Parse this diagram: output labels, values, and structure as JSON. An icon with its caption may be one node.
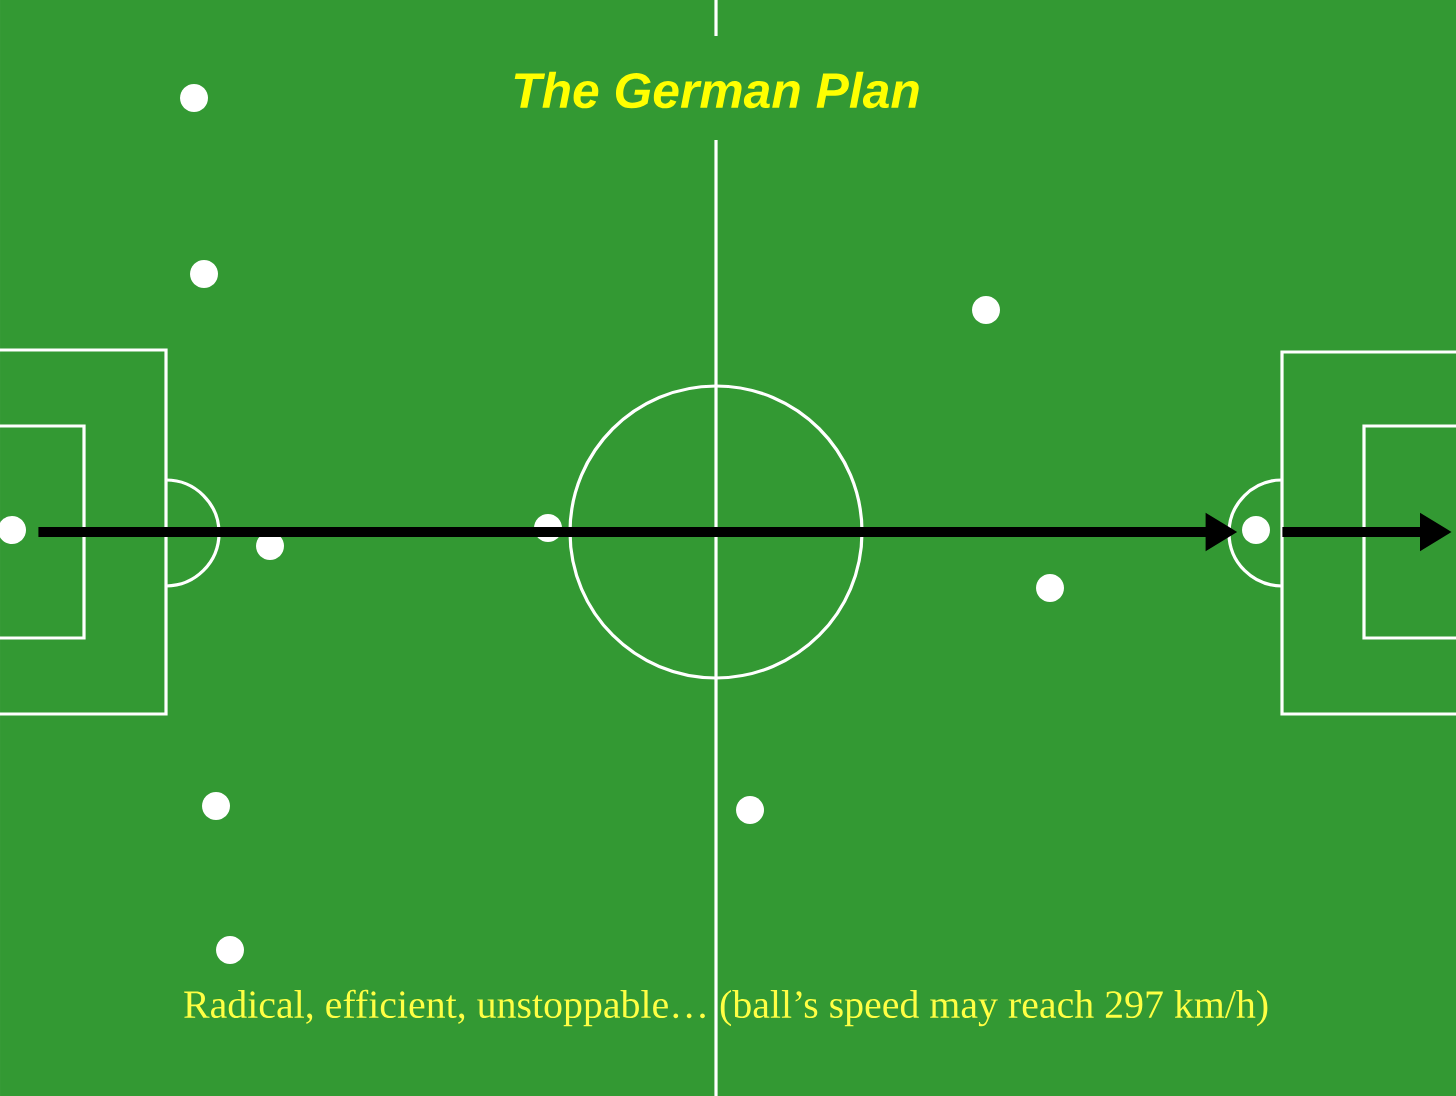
{
  "diagram": {
    "title": "The German Plan",
    "caption": "Radical, efficient, unstoppable… (ball’s speed may reach 297 km/h)",
    "nodes": [
      {
        "text": [],
        "shape": "circle"
      },
      {
        "text": [],
        "shape": "circle"
      },
      {
        "text": [],
        "shape": "circle"
      },
      {
        "text": [],
        "shape": "circle"
      },
      {
        "text": [],
        "shape": "circle"
      },
      {
        "text": [],
        "shape": "circle"
      },
      {
        "text": [],
        "shape": "circle"
      },
      {
        "text": [],
        "shape": "circle"
      },
      {
        "text": [],
        "shape": "circle"
      },
      {
        "text": [],
        "shape": "circle"
      },
      {
        "text": [],
        "shape": "circle"
      }
    ],
    "edges": [
      {
        "from": 0,
        "to": 10,
        "arrow": "to"
      },
      {
        "from": 10,
        "to": null,
        "arrow": "to"
      }
    ]
  }
}
